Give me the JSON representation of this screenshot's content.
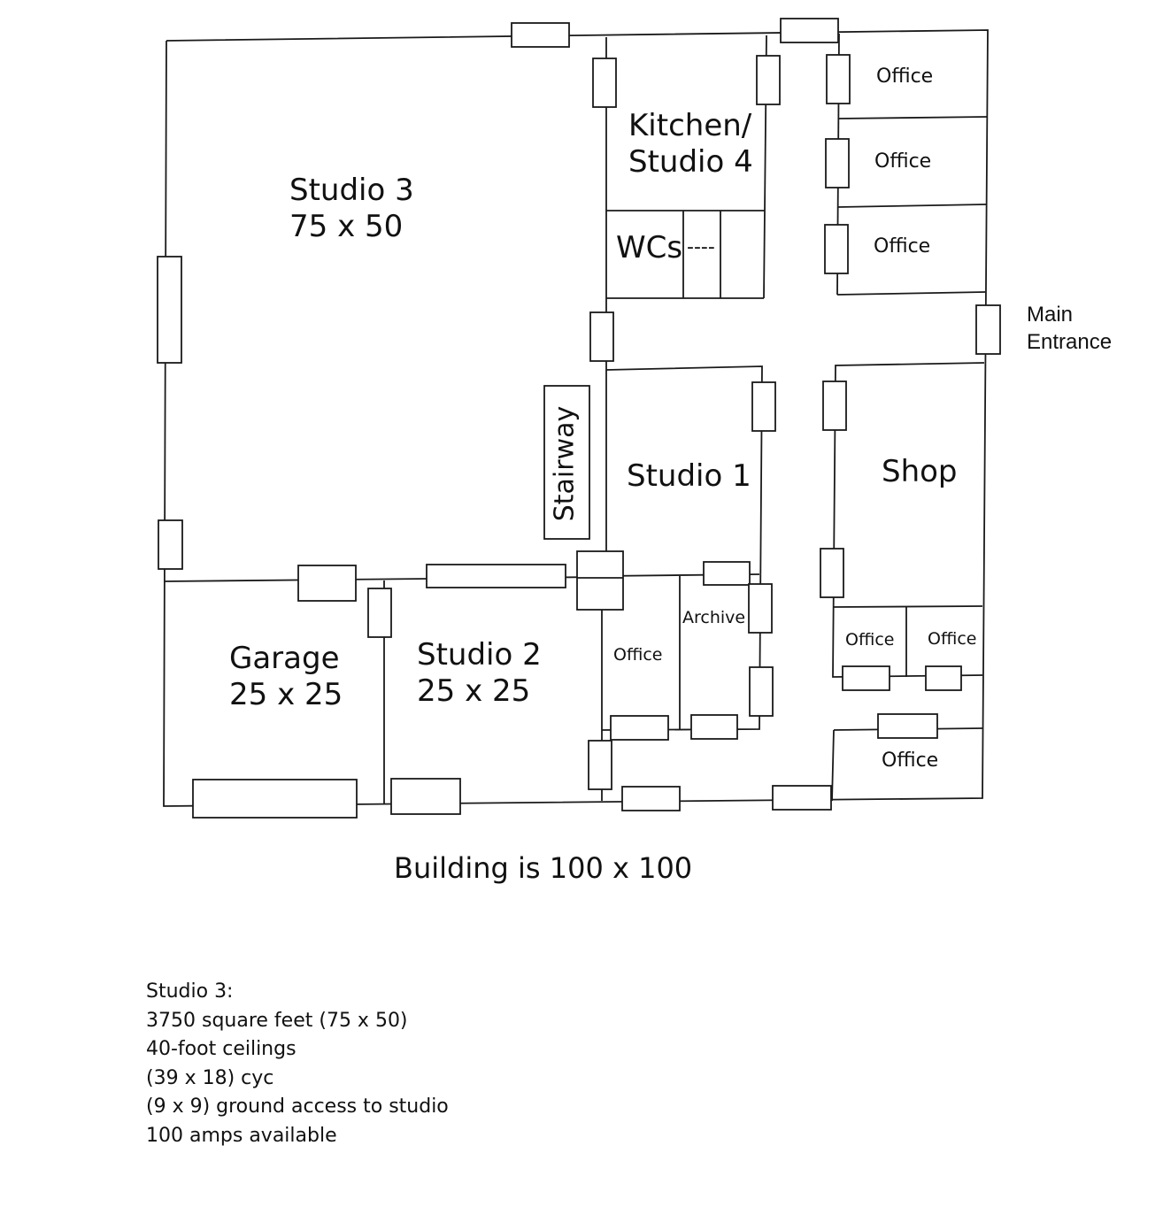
{
  "rooms": {
    "studio3": [
      "Studio 3",
      "75 x 50"
    ],
    "kitchen": [
      "Kitchen/",
      "Studio 4"
    ],
    "wcs": "WCs",
    "wcs_dash": "----",
    "office_r1": "Office",
    "office_r2": "Office",
    "office_r3": "Office",
    "stairway": "Stairway",
    "studio1": "Studio 1",
    "shop": "Shop",
    "garage": [
      "Garage",
      "25 x 25"
    ],
    "studio2": [
      "Studio 2",
      "25 x 25"
    ],
    "office_mid": "Office",
    "archive": "Archive",
    "office_shop_l": "Office",
    "office_shop_r": "Office",
    "office_bottom": "Office"
  },
  "entrance": [
    "Main",
    "Entrance"
  ],
  "caption": "Building is 100 x 100",
  "notes": [
    "Studio 3:",
    "3750 square feet (75 x 50)",
    "40-foot ceilings",
    "(39 x 18) cyc",
    "(9 x 9) ground access to studio",
    "100 amps available"
  ]
}
